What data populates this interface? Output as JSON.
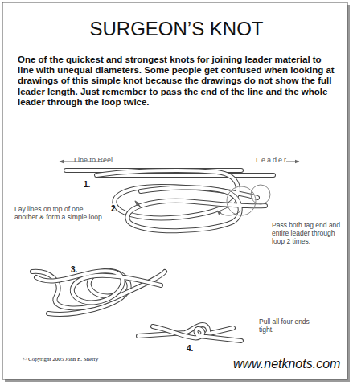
{
  "diagram": {
    "title": "SURGEON’S KNOT",
    "labels": [
      "One of the quickest and strongest knots for joining leader material to line with unequal diameters. Some people get confused when looking at drawings of this simple knot because the drawings do not show the full leader length. Just remember to pass the end of the line and the whole leader through the loop twice.",
      "Line to Reel",
      "Leader",
      "1.",
      "2.",
      "Lay lines on top of one another & form a simple loop.",
      "Pass both tag end and entire leader through loop 2 times.",
      "3.",
      "4.",
      "Pull all four ends tight.",
      "© Copyright 2005 John E. Sherry",
      "www.netknots.com"
    ]
  }
}
